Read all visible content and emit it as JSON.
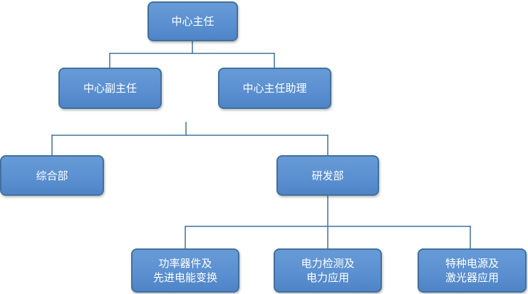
{
  "nodes": {
    "director": {
      "lines": [
        "中心主任"
      ]
    },
    "deputy_director": {
      "lines": [
        "中心副主任"
      ]
    },
    "director_assistant": {
      "lines": [
        "中心主任助理"
      ]
    },
    "general_dept": {
      "lines": [
        "综合部"
      ]
    },
    "rd_dept": {
      "lines": [
        "研发部"
      ]
    },
    "power_devices": {
      "lines": [
        "功率器件及",
        "先进电能变换"
      ]
    },
    "power_testing": {
      "lines": [
        "电力检测及",
        "电力应用"
      ]
    },
    "special_power": {
      "lines": [
        "特种电源及",
        "激光器应用"
      ]
    }
  },
  "colors": {
    "node_fill": "#5b9bd5",
    "node_border": "#41719c",
    "connector": "#41719c"
  }
}
